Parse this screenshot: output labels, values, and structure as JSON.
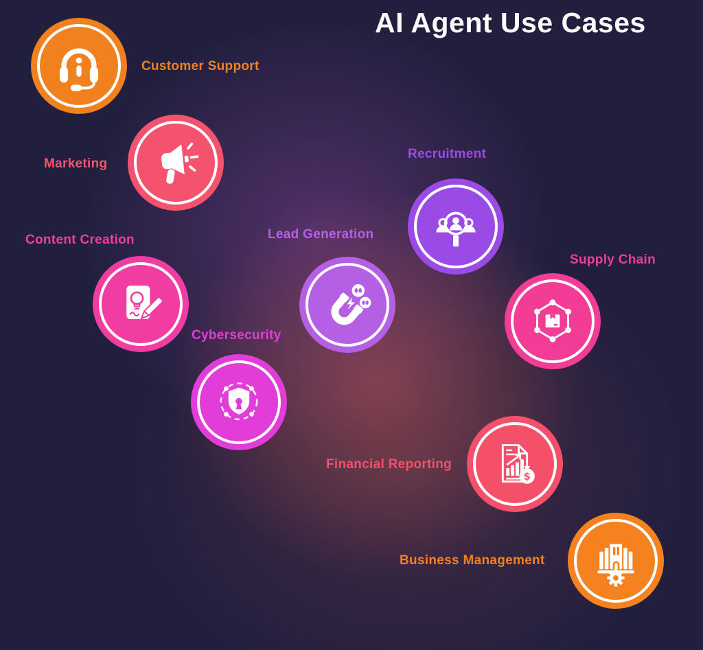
{
  "title": "AI Agent Use Cases",
  "background": {
    "base_color": "#221F3E",
    "glow_red": "#8A4450",
    "glow_purple": "#7A3F8A"
  },
  "items": [
    {
      "id": "customer-support",
      "label": "Customer Support",
      "color": "#F1801E",
      "icon": "headset-icon"
    },
    {
      "id": "marketing",
      "label": "Marketing",
      "color": "#F4526E",
      "icon": "megaphone-icon"
    },
    {
      "id": "content-creation",
      "label": "Content Creation",
      "color": "#F13CA2",
      "icon": "document-pencil-icon"
    },
    {
      "id": "lead-generation",
      "label": "Lead Generation",
      "color": "#B55FE5",
      "icon": "magnet-icon"
    },
    {
      "id": "recruitment",
      "label": "Recruitment",
      "color": "#9B4BE5",
      "icon": "people-magnifier-icon"
    },
    {
      "id": "supply-chain",
      "label": "Supply Chain",
      "color": "#F23C96",
      "icon": "network-box-icon"
    },
    {
      "id": "cybersecurity",
      "label": "Cybersecurity",
      "color": "#E23CD9",
      "icon": "shield-lock-icon"
    },
    {
      "id": "financial-reporting",
      "label": "Financial Reporting",
      "color": "#F4506A",
      "icon": "report-chart-icon"
    },
    {
      "id": "business-management",
      "label": "Business Management",
      "color": "#F5821F",
      "icon": "building-gear-icon"
    }
  ]
}
